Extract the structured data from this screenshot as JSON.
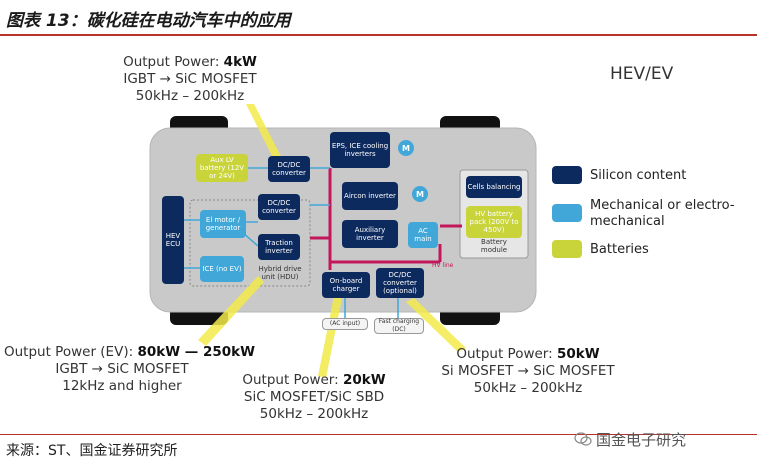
{
  "figure": {
    "title": "图表 13：碳化硅在电动汽车中的应用",
    "source": "来源：ST、国金证券研究所",
    "watermark": "国金电子研究"
  },
  "diagram": {
    "label": "HEV/EV",
    "callouts": {
      "top": {
        "power_label": "Output Power: ",
        "power_value": "4kW",
        "line2": "IGBT → SiC MOSFET",
        "line3": "50kHz – 200kHz"
      },
      "left": {
        "power_label": "Output Power (EV): ",
        "power_value": "80kW — 250kW",
        "line2": "IGBT → SiC MOSFET",
        "line3": "12kHz and higher"
      },
      "middle": {
        "power_label": "Output Power: ",
        "power_value": "20kW",
        "line2": "SiC MOSFET/SiC SBD",
        "line3": "50kHz – 200kHz"
      },
      "right": {
        "power_label": "Output Power: ",
        "power_value": "50kW",
        "line2": "Si MOSFET → SiC MOSFET",
        "line3": "50kHz – 200kHz"
      }
    },
    "blocks": {
      "aux_battery": "Aux LV battery (12V or 24V)",
      "dcdc_top": "DC/DC converter",
      "eps_ice": "EPS, ICE cooling inverters",
      "aircon": "Aircon inverter",
      "auxiliary": "Auxiliary inverter",
      "ac_main": "AC main",
      "hev_ecu": "HEV ECU",
      "dcdc_mid": "DC/DC converter",
      "el_motor": "El motor / generator",
      "traction": "Traction inverter",
      "hybrid_drive": "Hybrid drive unit (HDU)",
      "ice": "ICE (no EV)",
      "onboard": "On-board charger",
      "dcdc_opt": "DC/DC converter (optional)",
      "ac_input": "(AC input)",
      "fast_charging": "Fast charging (DC)",
      "cells": "Cells balancing",
      "hv_battery": "HV battery pack (200V to 450V)",
      "battery_module": "Battery module",
      "hv_line": "HV line",
      "motor_symbol": "M"
    },
    "legend": [
      {
        "label": "Silicon content",
        "color": "#0d2a5e"
      },
      {
        "label": "Mechanical or electro-mechanical",
        "color": "#41a7d9"
      },
      {
        "label": "Batteries",
        "color": "#c9d43b"
      }
    ],
    "colors": {
      "hv_line": "#c2185b",
      "callout_pointer": "#f2ea4a",
      "accent_rule": "#b8322a"
    }
  }
}
